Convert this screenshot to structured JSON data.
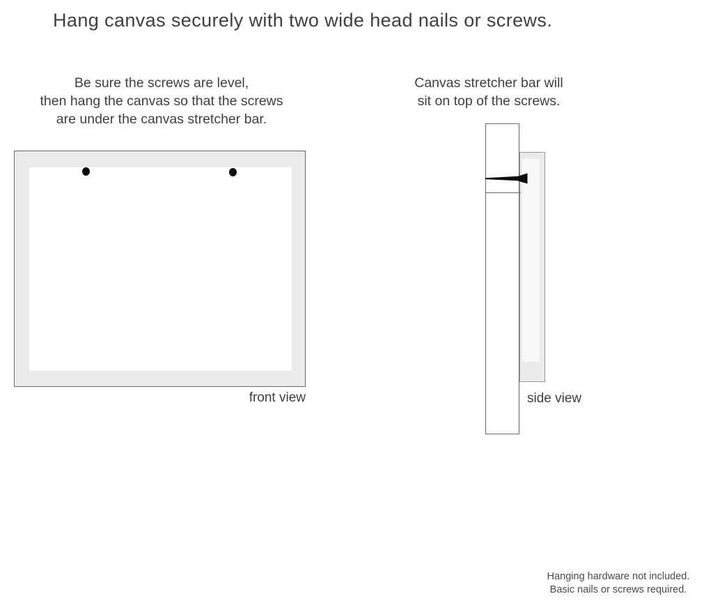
{
  "title": "Hang canvas securely with two wide head nails or screws.",
  "instructions": {
    "left": {
      "lines": [
        "Be sure the screws are level,",
        "then hang the canvas so that the screws",
        "are under the canvas stretcher bar."
      ]
    },
    "right": {
      "lines": [
        "Canvas stretcher bar will",
        "sit on top of the screws."
      ]
    }
  },
  "diagrams": {
    "front": {
      "label": "front view",
      "nail_count": 2
    },
    "side": {
      "label": "side view"
    }
  },
  "footer": {
    "lines": [
      "Hanging hardware not included.",
      "Basic nails or screws required."
    ]
  },
  "colors": {
    "text": "#3f3f3f",
    "footer-text": "#4a4a4a",
    "canvas-frame": "#ebebeb",
    "canvas-inner": "#ffffff",
    "canvas-inner-soft": "#f8f8f8",
    "outline": "#6a6a6a",
    "side-outline": "#9a9a9a",
    "nail": "#0d0d0d"
  }
}
